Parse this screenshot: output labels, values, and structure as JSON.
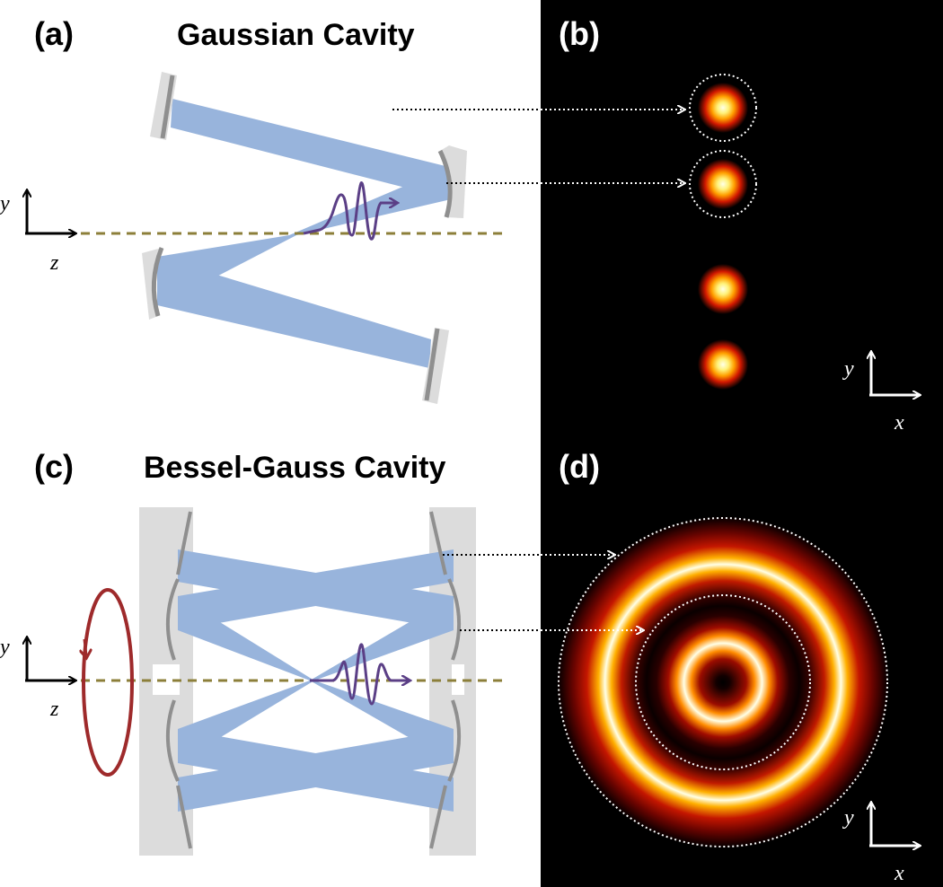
{
  "panels": {
    "a": {
      "label": "(a)",
      "title": "Gaussian Cavity"
    },
    "b": {
      "label": "(b)"
    },
    "c": {
      "label": "(c)",
      "title": "Bessel-Gauss Cavity"
    },
    "d": {
      "label": "(d)"
    }
  },
  "axes": {
    "a": {
      "y": "y",
      "z": "z"
    },
    "b": {
      "y": "y",
      "x": "x"
    },
    "c": {
      "y": "y",
      "z": "z"
    },
    "d": {
      "y": "y",
      "x": "x"
    }
  },
  "colors": {
    "beam": "#98b4dc",
    "mirror_body": "#dcdcdc",
    "mirror_face": "#8f8f8f",
    "optical_axis": "#8c7f3a",
    "pulse": "#5b3f86",
    "rotation": "#9e2a2b",
    "background_dark": "#000000",
    "spot_core": "#ffffe0",
    "spot_mid": "#ff9a00",
    "spot_edge": "#c41000"
  },
  "icons": [
    "coordinate-axes-icon",
    "pulse-wave-icon",
    "rotation-arrow-icon",
    "leader-arrow-icon"
  ]
}
